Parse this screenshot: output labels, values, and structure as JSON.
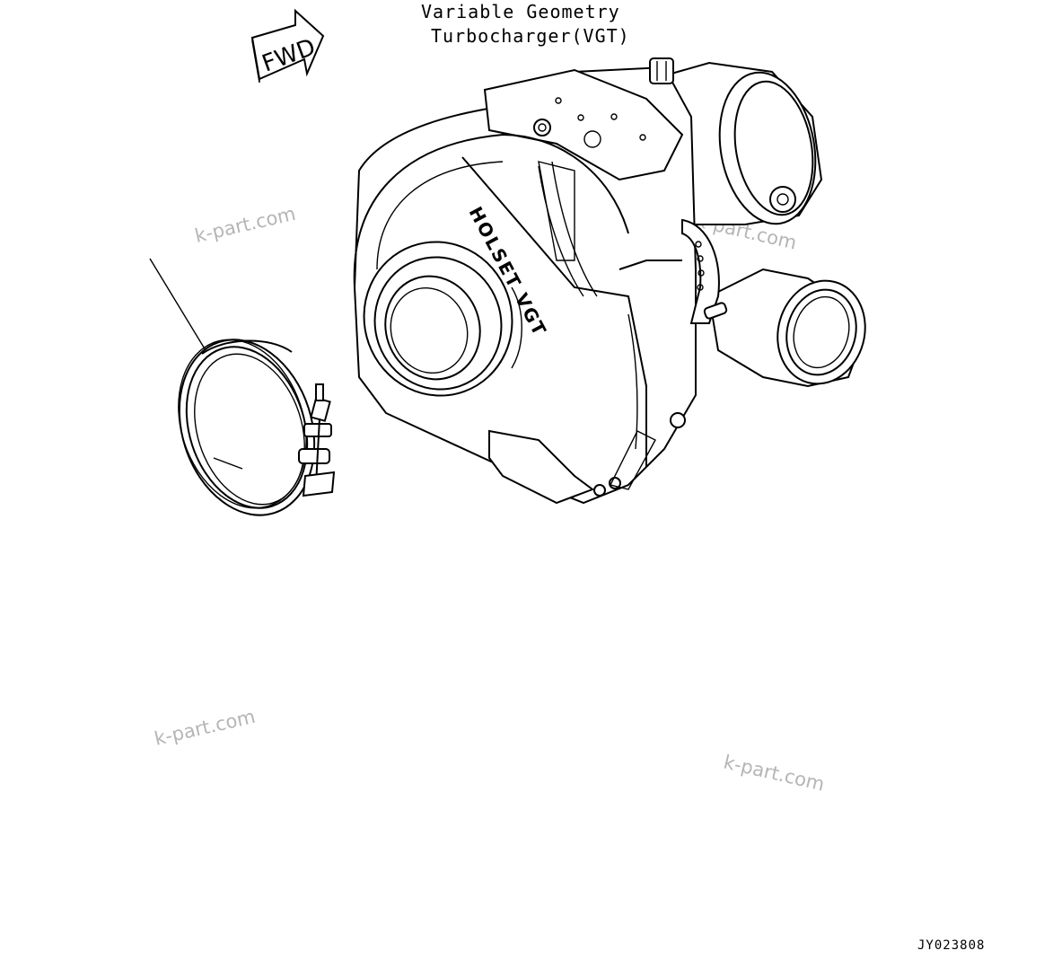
{
  "title": {
    "line1": "Variable Geometry",
    "line2": "Turbocharger(VGT)"
  },
  "direction_arrow": {
    "label": "FWD"
  },
  "housing_marking": "HOLSET VGT",
  "watermark": "k-part.com",
  "drawing_code": "JY023808",
  "icons": [
    "fwd-arrow-icon"
  ]
}
